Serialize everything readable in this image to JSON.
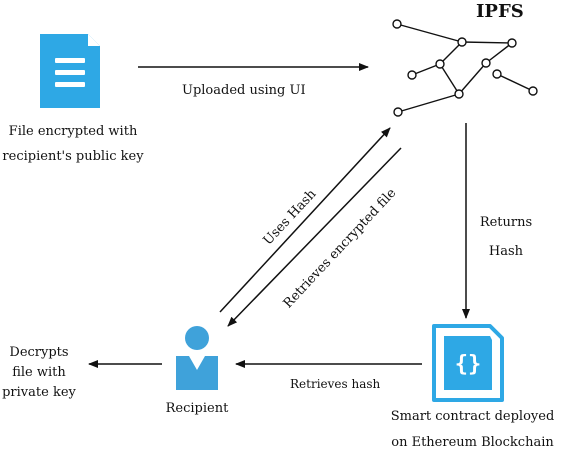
{
  "nodes": {
    "file": {
      "icon": "file-document-icon",
      "caption_line1": "File encrypted with",
      "caption_line2": "recipient's public key"
    },
    "ipfs": {
      "icon": "network-graph-icon",
      "title": "IPFS"
    },
    "contract": {
      "icon": "code-braces-file-icon",
      "caption_line1": "Smart contract deployed",
      "caption_line2": "on Ethereum Blockchain"
    },
    "recipient": {
      "icon": "user-icon",
      "label": "Recipient"
    },
    "decrypt": {
      "line1": "Decrypts",
      "line2": "file with",
      "line3": "private key"
    }
  },
  "edges": {
    "upload": "Uploaded using UI",
    "returns_line1": "Returns",
    "returns_line2": "Hash",
    "retrieves_hash": "Retrieves hash",
    "uses_hash": "Uses Hash",
    "retrieves_file": "Retrieves encrypted file"
  },
  "colors": {
    "icon_blue": "#2EA8E5",
    "recipient_blue": "#3FA2DA",
    "arrow": "#111111"
  }
}
